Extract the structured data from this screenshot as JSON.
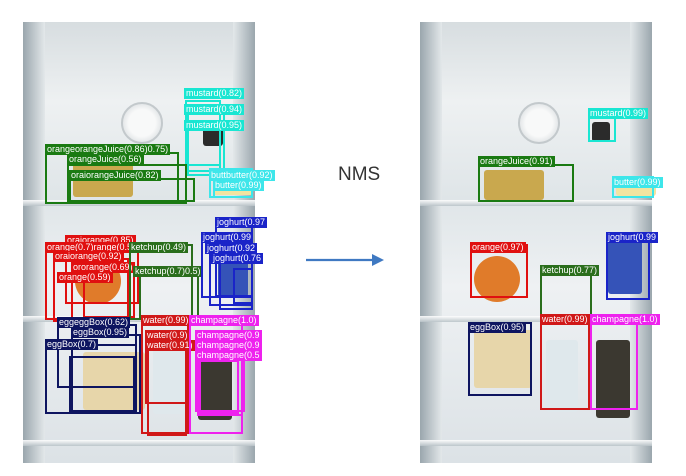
{
  "annotation": "NMS",
  "colors": {
    "mustard": "#19e6d2",
    "orangeJuice": "#1a7a12",
    "butter": "#3de6ea",
    "orange": "#e01010",
    "ketchup": "#2a6e1c",
    "joghurt": "#1a24c8",
    "eggBox": "#0e1560",
    "water": "#d01818",
    "champagne": "#ee22ee",
    "arrow": "#3f79c2"
  },
  "left_labels": [
    {
      "id": "m1",
      "text": "mustard(0.82)",
      "color": "mustard"
    },
    {
      "id": "m2",
      "text": "mustard(0.94)",
      "color": "mustard"
    },
    {
      "id": "m3",
      "text": "mustard(0.95)",
      "color": "mustard"
    },
    {
      "id": "oj1",
      "text": "orangeorangeJuice(0.86)0.75)",
      "color": "orangeJuice"
    },
    {
      "id": "oj2",
      "text": "orangeJuice(0.56)",
      "color": "orangeJuice"
    },
    {
      "id": "oj3",
      "text": "oraiorangeJuice(0.82)",
      "color": "orangeJuice"
    },
    {
      "id": "b1",
      "text": "buttbutter(0.92)",
      "color": "butter"
    },
    {
      "id": "b2",
      "text": "butter(0.99)",
      "color": "butter"
    },
    {
      "id": "o1",
      "text": "oraiorange(0.85)",
      "color": "orange"
    },
    {
      "id": "o2",
      "text": "orange(0.7)range(0.5)",
      "color": "orange"
    },
    {
      "id": "o3",
      "text": "oraiorange(0.92)",
      "color": "orange"
    },
    {
      "id": "o4",
      "text": "ororange(0.69)",
      "color": "orange"
    },
    {
      "id": "o5",
      "text": "orange(0.59)",
      "color": "orange"
    },
    {
      "id": "k1",
      "text": "ketchup(0.49)",
      "color": "ketchup"
    },
    {
      "id": "k2",
      "text": "ketchup(0.7)0.5)",
      "color": "ketchup"
    },
    {
      "id": "j1",
      "text": "joghurt(0.97",
      "color": "joghurt"
    },
    {
      "id": "j2",
      "text": "joghurt(0.99",
      "color": "joghurt"
    },
    {
      "id": "j3",
      "text": "joghurt(0.92",
      "color": "joghurt"
    },
    {
      "id": "j4",
      "text": "joghurt(0.76",
      "color": "joghurt"
    },
    {
      "id": "e1",
      "text": "eggeggBox(0.62)",
      "color": "eggBox"
    },
    {
      "id": "e2",
      "text": "eggBox(0.95)",
      "color": "eggBox"
    },
    {
      "id": "e3",
      "text": "eggBox(0.7)",
      "color": "eggBox"
    },
    {
      "id": "w1",
      "text": "water(0.99)",
      "color": "water"
    },
    {
      "id": "w2",
      "text": "water(0.9)",
      "color": "water"
    },
    {
      "id": "w3",
      "text": "water(0.91)",
      "color": "water"
    },
    {
      "id": "c1",
      "text": "champagne(1.0)",
      "color": "champagne"
    },
    {
      "id": "c2",
      "text": "champagne(0.9",
      "color": "champagne"
    },
    {
      "id": "c3",
      "text": "champagne(0.9",
      "color": "champagne"
    },
    {
      "id": "c4",
      "text": "champagne(0.5",
      "color": "champagne"
    }
  ],
  "right_labels": [
    {
      "id": "rm",
      "text": "mustard(0.99)",
      "color": "mustard"
    },
    {
      "id": "roj",
      "text": "orangeJuice(0.91)",
      "color": "orangeJuice"
    },
    {
      "id": "rb",
      "text": "butter(0.99)",
      "color": "butter"
    },
    {
      "id": "ro",
      "text": "orange(0.97)",
      "color": "orange"
    },
    {
      "id": "rj",
      "text": "joghurt(0.99",
      "color": "joghurt"
    },
    {
      "id": "rk",
      "text": "ketchup(0.77)",
      "color": "ketchup"
    },
    {
      "id": "re",
      "text": "eggBox(0.95)",
      "color": "eggBox"
    },
    {
      "id": "rw",
      "text": "water(0.99)",
      "color": "water"
    },
    {
      "id": "rc",
      "text": "champagne(1.0)",
      "color": "champagne"
    }
  ]
}
